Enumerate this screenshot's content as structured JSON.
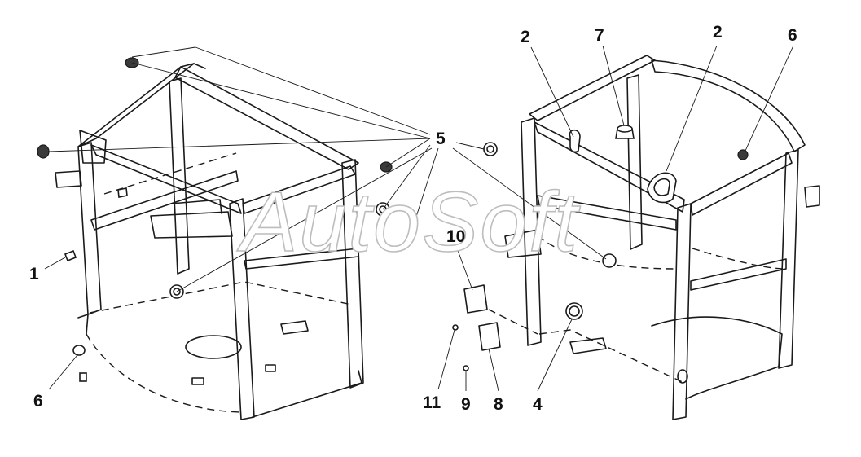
{
  "watermark": "AutoSoft",
  "callouts": {
    "c1": "1",
    "c2a": "2",
    "c2b": "2",
    "c4": "4",
    "c5": "5",
    "c6a": "6",
    "c6b": "6",
    "c7": "7",
    "c8": "8",
    "c9": "9",
    "c10": "10",
    "c11": "11"
  },
  "colors": {
    "line": "#1a1a1a",
    "background": "#ffffff",
    "watermark_outline": "#bdbdbd"
  }
}
